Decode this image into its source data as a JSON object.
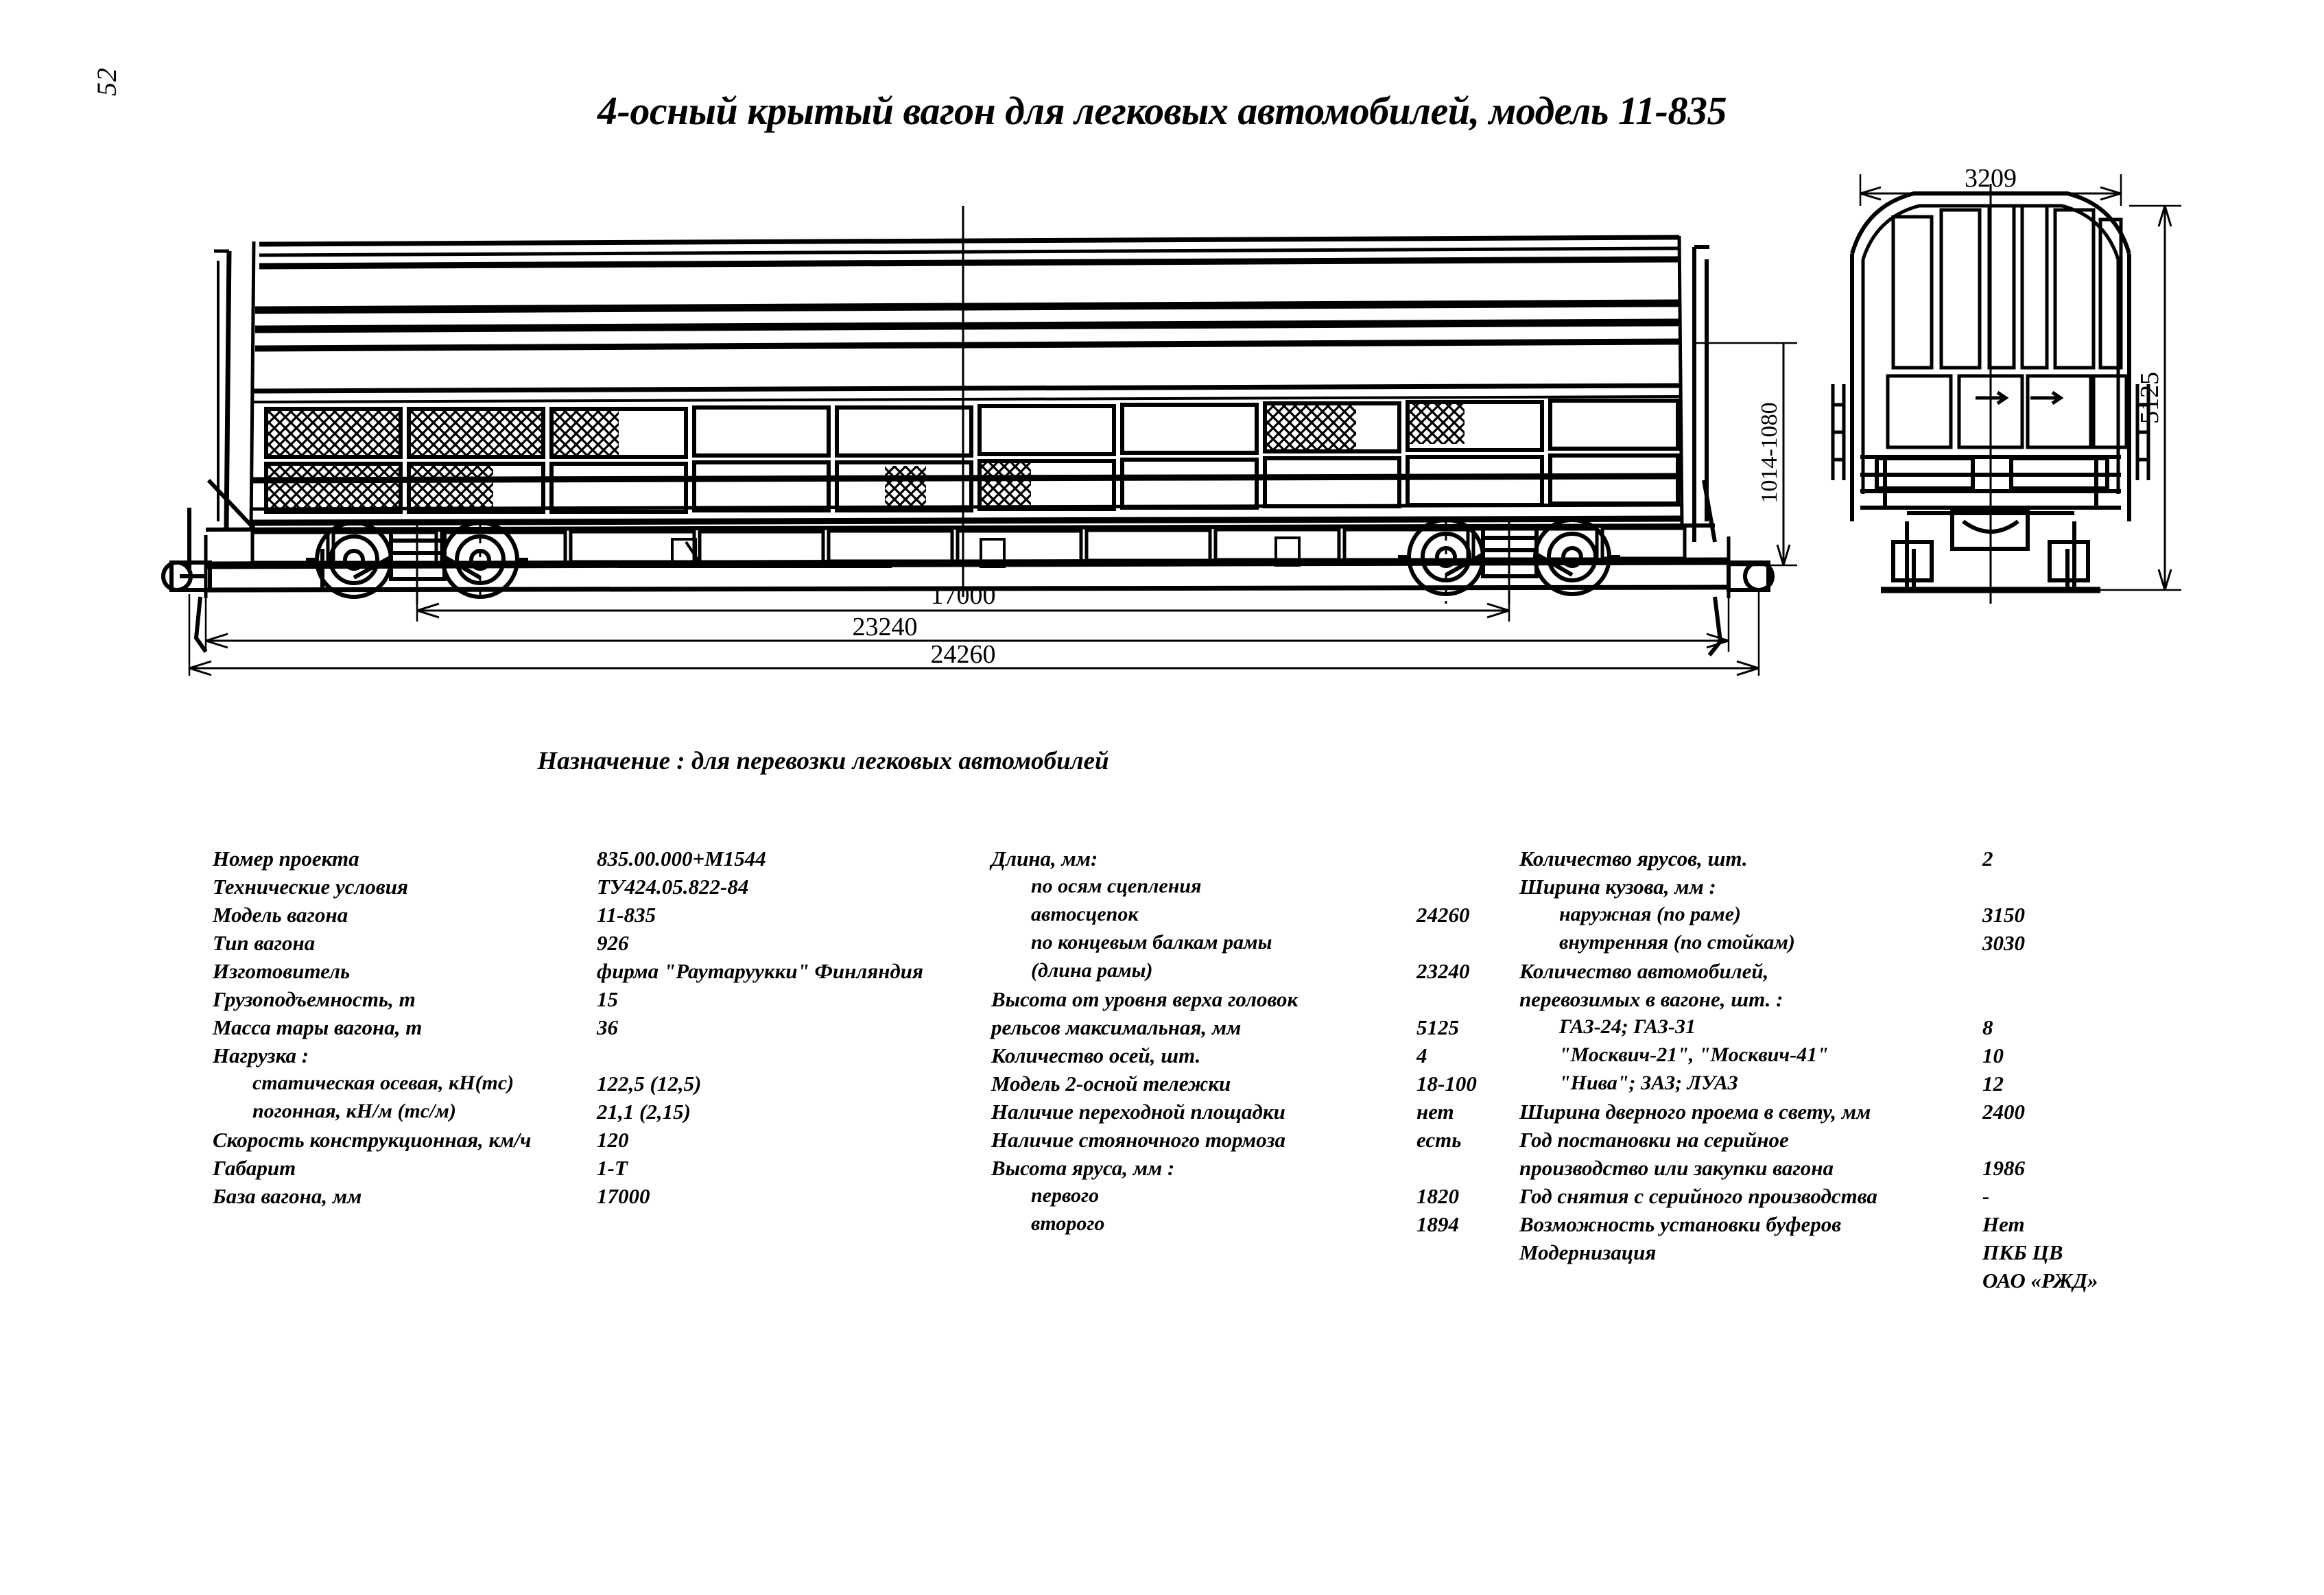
{
  "page_number": "52",
  "title": "4-осный крытый вагон для легковых автомобилей, модель 11-835",
  "purpose": "Назначение : для перевозки легковых автомобилей",
  "drawing": {
    "dimensions": {
      "wheelbase": "17000",
      "frame_length": "23240",
      "coupler_length": "24260",
      "end_width": "3209",
      "end_height": "5125",
      "coupler_height": "1014-1080"
    }
  },
  "specs": {
    "col1": [
      {
        "label": "Номер проекта",
        "value": "835.00.000+М1544",
        "indent": 0
      },
      {
        "label": "Технические условия",
        "value": "ТУ424.05.822-84",
        "indent": 0
      },
      {
        "label": "Модель вагона",
        "value": "11-835",
        "indent": 0
      },
      {
        "label": "Тип вагона",
        "value": "926",
        "indent": 0
      },
      {
        "label": "Изготовитель",
        "value": "фирма \"Раутаруукки\" Финляндия",
        "indent": 0
      },
      {
        "label": "Грузоподъемность, т",
        "value": "15",
        "indent": 0
      },
      {
        "label": "Масса тары вагона, т",
        "value": "36",
        "indent": 0
      },
      {
        "label": "Нагрузка :",
        "value": "",
        "indent": 0
      },
      {
        "label": "статическая осевая, кН(тс)",
        "value": "122,5 (12,5)",
        "indent": 1
      },
      {
        "label": "погонная, кН/м (тс/м)",
        "value": "21,1 (2,15)",
        "indent": 1
      },
      {
        "label": "Скорость конструкционная, км/ч",
        "value": "120",
        "indent": 0
      },
      {
        "label": "Габарит",
        "value": "1-Т",
        "indent": 0
      },
      {
        "label": "База вагона, мм",
        "value": "17000",
        "indent": 0
      }
    ],
    "col2": [
      {
        "label": "Длина, мм:",
        "value": "",
        "indent": 0
      },
      {
        "label": "по осям сцепления",
        "value": "",
        "indent": 1
      },
      {
        "label": "автосцепок",
        "value": "24260",
        "indent": 1
      },
      {
        "label": "по концевым балкам рамы",
        "value": "",
        "indent": 1
      },
      {
        "label": "(длина рамы)",
        "value": "23240",
        "indent": 1
      },
      {
        "label": "Высота от уровня верха головок",
        "value": "",
        "indent": 0
      },
      {
        "label": "рельсов максимальная, мм",
        "value": "5125",
        "indent": 0
      },
      {
        "label": "Количество осей, шт.",
        "value": "4",
        "indent": 0
      },
      {
        "label": "Модель 2-осной тележки",
        "value": "18-100",
        "indent": 0
      },
      {
        "label": "Наличие переходной площадки",
        "value": "нет",
        "indent": 0
      },
      {
        "label": "Наличие стояночного тормоза",
        "value": "есть",
        "indent": 0
      },
      {
        "label": "Высота яруса, мм :",
        "value": "",
        "indent": 0
      },
      {
        "label": "первого",
        "value": "1820",
        "indent": 1
      },
      {
        "label": "второго",
        "value": "1894",
        "indent": 1
      }
    ],
    "col3": [
      {
        "label": "Количество ярусов, шт.",
        "value": "2",
        "indent": 0
      },
      {
        "label": "Ширина кузова, мм :",
        "value": "",
        "indent": 0
      },
      {
        "label": "наружная (по раме)",
        "value": "3150",
        "indent": 1
      },
      {
        "label": "внутренняя (по стойкам)",
        "value": "3030",
        "indent": 1
      },
      {
        "label": "Количество автомобилей,",
        "value": "",
        "indent": 0
      },
      {
        "label": "перевозимых в вагоне, шт. :",
        "value": "",
        "indent": 0
      },
      {
        "label": "ГАЗ-24; ГАЗ-31",
        "value": "8",
        "indent": 1
      },
      {
        "label": "\"Москвич-21\", \"Москвич-41\"",
        "value": "10",
        "indent": 1
      },
      {
        "label": "\"Нива\"; ЗАЗ; ЛУАЗ",
        "value": "12",
        "indent": 1
      },
      {
        "label": "Ширина дверного проема в свету, мм",
        "value": "2400",
        "indent": 0
      },
      {
        "label": "Год постановки на серийное",
        "value": "",
        "indent": 0
      },
      {
        "label": "производство или закупки вагона",
        "value": "1986",
        "indent": 0
      },
      {
        "label": "Год снятия с серийного производства",
        "value": "-",
        "indent": 0
      },
      {
        "label": "Возможность установки буферов",
        "value": "Нет",
        "indent": 0
      },
      {
        "label": "Модернизация",
        "value": "ПКБ ЦВ",
        "indent": 0
      },
      {
        "label": "",
        "value": "ОАО «РЖД»",
        "indent": 0
      }
    ]
  }
}
